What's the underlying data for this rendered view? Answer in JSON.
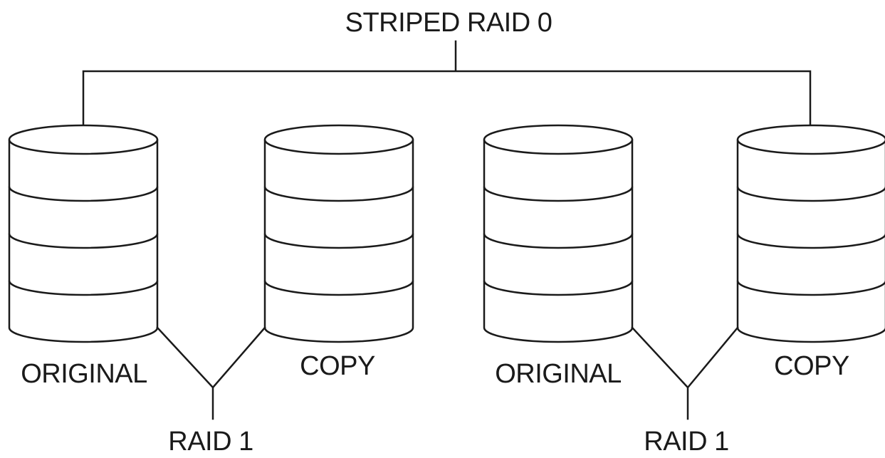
{
  "top_label": "STRIPED RAID 0",
  "disks": [
    {
      "label": "ORIGINAL"
    },
    {
      "label": "COPY"
    },
    {
      "label": "ORIGINAL"
    },
    {
      "label": "COPY"
    }
  ],
  "mirror_pairs": [
    {
      "label": "RAID 1"
    },
    {
      "label": "RAID 1"
    }
  ]
}
